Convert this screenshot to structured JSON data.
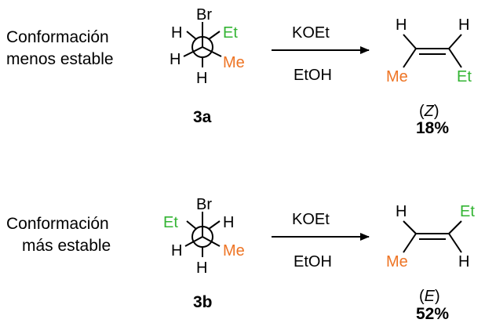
{
  "colors": {
    "green": "#33b433",
    "orange": "#ee7424",
    "black": "#000000"
  },
  "reactions": [
    {
      "label_line1": "Conformación",
      "label_line2": "menos estable",
      "newman": {
        "front_top": "Br",
        "front_left": "H",
        "front_right": "H",
        "back_left": "H",
        "back_right_upper": "Et",
        "back_right_lower": "Me"
      },
      "compound": "3a",
      "reagent": "KOEt",
      "solvent": "EtOH",
      "alkene": {
        "top_left": "H",
        "top_right": "H",
        "bottom_left": "Me",
        "bottom_right": "Et"
      },
      "stereo_open": "(",
      "stereo": "Z",
      "stereo_close": ")",
      "yield": "18%"
    },
    {
      "label_line1": "Conformación",
      "label_line2": "más estable",
      "newman": {
        "front_top": "Br",
        "front_left": "Et",
        "front_right": "H",
        "back_left": "H",
        "back_right_lower": "Me",
        "back_bottom": "H"
      },
      "compound": "3b",
      "reagent": "KOEt",
      "solvent": "EtOH",
      "alkene": {
        "top_left": "H",
        "top_right": "Et",
        "bottom_left": "Me",
        "bottom_right": "H"
      },
      "stereo_open": "(",
      "stereo": "E",
      "stereo_close": ")",
      "yield": "52%"
    }
  ]
}
